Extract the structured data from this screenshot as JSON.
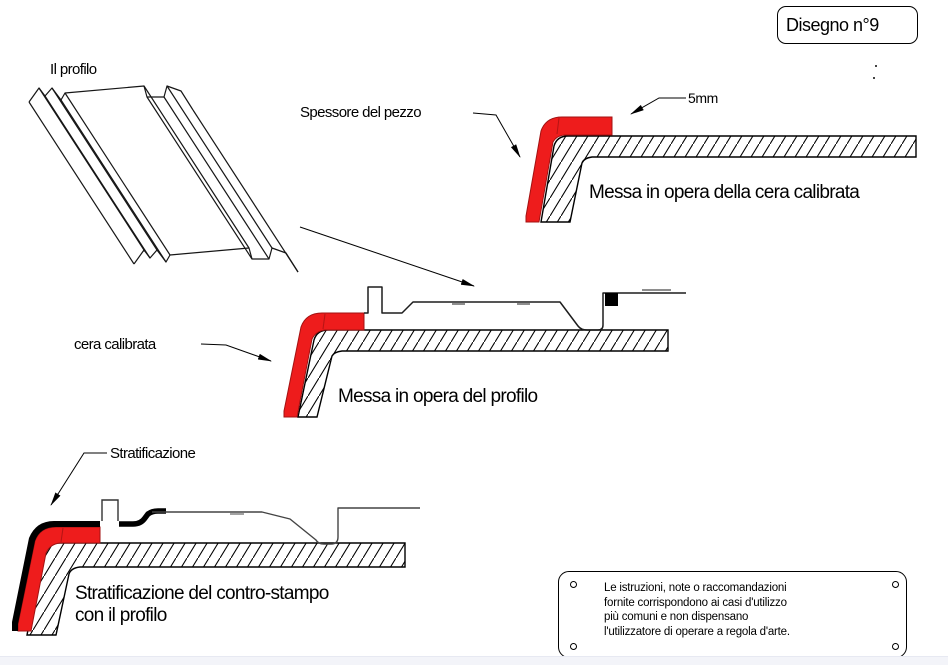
{
  "drawing": {
    "number_label": "Disegno n°9"
  },
  "labels": {
    "profile_3d": "Il profilo",
    "piece_thickness": "Spessore del pezzo",
    "wax_thickness": "5mm",
    "calibrated_wax": "cera calibrata",
    "stratification": "Stratificazione"
  },
  "captions": {
    "step_wax": "Messa in opera della cera calibrata",
    "step_profile": "Messa in opera del profilo",
    "step_stratification_line1": "Stratificazione del contro-stampo",
    "step_stratification_line2": "con il profilo"
  },
  "note_plate": {
    "lines": [
      "Le istruzioni, note o raccomandazioni",
      "fornite corrispondono ai casi d'utilizzo",
      "più comuni e non dispensano",
      "l'utilizzatore di operare a regola d'arte."
    ]
  },
  "colors": {
    "wax_red": "#ee1c1c",
    "stratification_black": "#000000",
    "line_color": "#111111"
  }
}
